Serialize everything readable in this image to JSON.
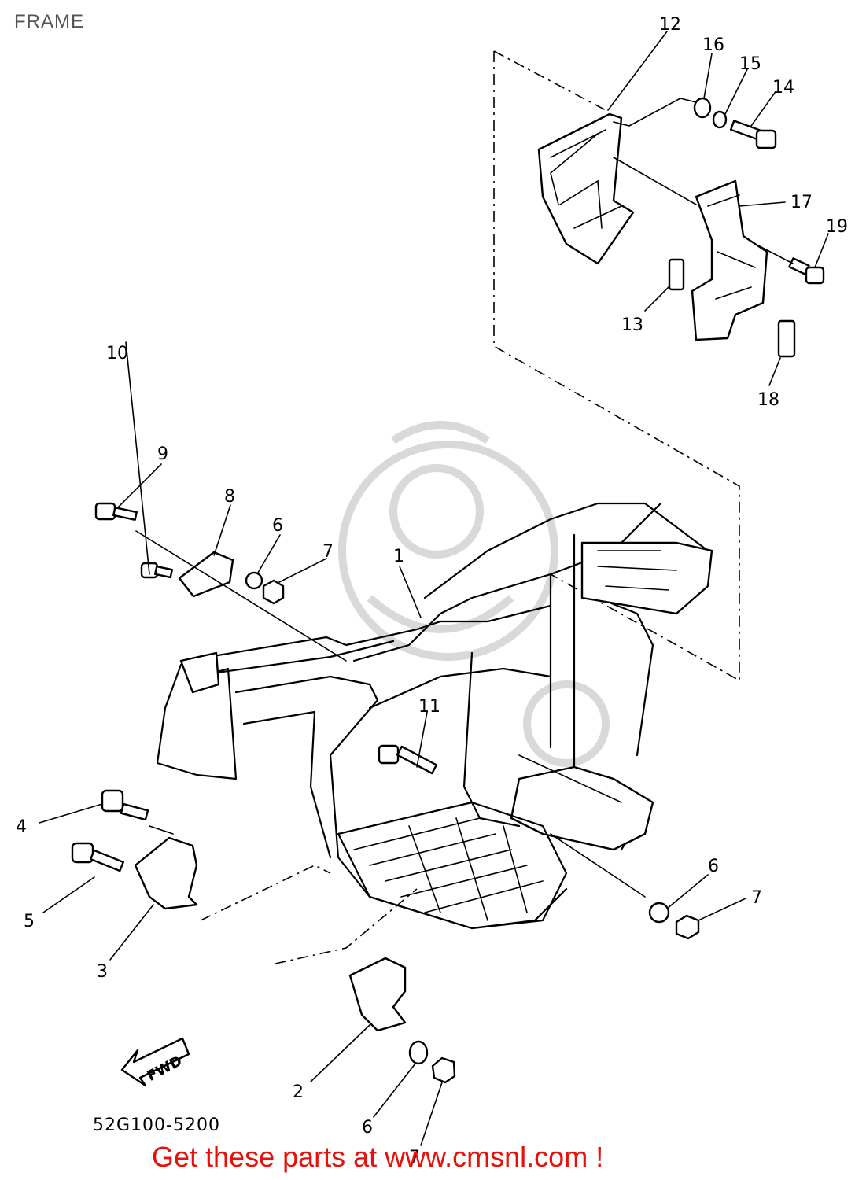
{
  "header": {
    "title": "FRAME"
  },
  "footer": {
    "drawing_number": "52G100-5200",
    "cta": "Get these parts at www.cmsnl.com !"
  },
  "direction_badge": {
    "label": "FWD"
  },
  "callouts": {
    "c1": "1",
    "c2": "2",
    "c3": "3",
    "c4": "4",
    "c5": "5",
    "c6a": "6",
    "c6b": "6",
    "c6c": "6",
    "c7a": "7",
    "c7b": "7",
    "c7c": "7",
    "c8": "8",
    "c9": "9",
    "c10": "10",
    "c11": "11",
    "c12": "12",
    "c13": "13",
    "c14": "14",
    "c15": "15",
    "c16": "16",
    "c17": "17",
    "c18": "18",
    "c19": "19"
  },
  "colors": {
    "cta": "#e8100a",
    "ink": "#000000",
    "watermark": "#d9d9d9"
  }
}
